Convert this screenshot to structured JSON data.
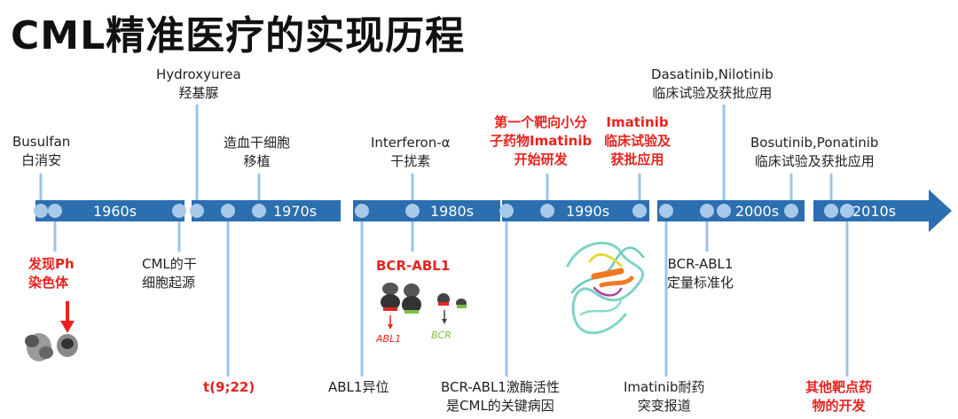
{
  "title": "CML精准医疗的实现历程",
  "decades": [
    "1960s",
    "1970s",
    "1980s",
    "1990s",
    "2000s",
    "2010s"
  ],
  "events_above": {
    "busulfan": [
      "Busulfan",
      "白消安"
    ],
    "hydroxyurea": [
      "Hydroxyurea",
      "羟基脲"
    ],
    "transplant": [
      "造血干细胞",
      "移植"
    ],
    "interferon": [
      "Interferon-α",
      "干扰素"
    ],
    "first_drug": [
      "第一个靶向小分",
      "子药物Imatinib",
      "开始研发"
    ],
    "imatinib_trial": [
      "Imatinib",
      "临床试验及",
      "获批应用"
    ],
    "dasatinib": [
      "Dasatinib,Nilotinib",
      "临床试验及获批应用"
    ],
    "bosutinib": [
      "Bosutinib,Ponatinib",
      "临床试验及获批应用"
    ]
  },
  "events_below": {
    "ph": [
      "发现Ph",
      "染色体"
    ],
    "stem_cell": [
      "CML的干",
      "细胞起源"
    ],
    "t922": [
      "t(9;22)"
    ],
    "abl1_shift": [
      "ABL1异位"
    ],
    "bcr_abl1": [
      "BCR-ABL1"
    ],
    "bcr_activity": [
      "BCR-ABL1激酶活性",
      "是CML的关键病因"
    ],
    "standardization": [
      "BCR-ABL1",
      "定量标准化"
    ],
    "resistance": [
      "Imatinib耐药",
      "突变报道"
    ],
    "other_targets": [
      "其他靶点药",
      "物的开发"
    ]
  },
  "gene_labels": {
    "abl1": "ABL1",
    "bcr": "BCR"
  },
  "colors": {
    "bar": "#2b6fb0",
    "node": "#a9c9ea",
    "highlight": "#e8231f",
    "line": "#9dc3e8",
    "gene_green": "#7ac143"
  }
}
